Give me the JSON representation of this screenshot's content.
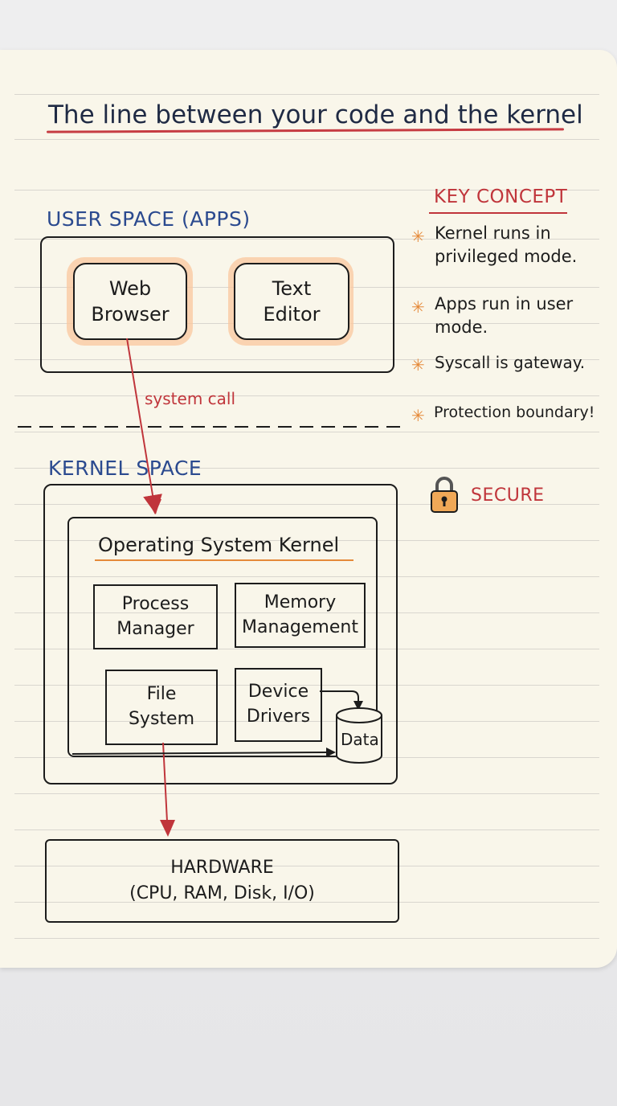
{
  "title": "The line between your code and the kernel",
  "user_space": {
    "label": "USER SPACE (APPS)",
    "apps": [
      {
        "line1": "Web",
        "line2": "Browser"
      },
      {
        "line1": "Text",
        "line2": "Editor"
      }
    ]
  },
  "syscall_label": "system call",
  "kernel_space": {
    "label": "KERNEL SPACE",
    "kernel_title": "Operating System Kernel",
    "modules": [
      {
        "line1": "Process",
        "line2": "Manager"
      },
      {
        "line1": "Memory",
        "line2": "Management"
      },
      {
        "line1": "File",
        "line2": "System"
      },
      {
        "line1": "Device",
        "line2": "Drivers"
      }
    ],
    "data_label": "Data"
  },
  "hardware": {
    "line1": "HARDWARE",
    "line2": "(CPU, RAM, Disk, I/O)"
  },
  "key_concept": {
    "title": "KEY CONCEPT",
    "items": [
      "Kernel runs in\nprivileged mode.",
      "Apps run in user\nmode.",
      "Syscall is gateway.",
      "Protection boundary!"
    ]
  },
  "secure_label": "SECURE",
  "colors": {
    "title_underline": "#c63c43",
    "section_blue": "#2b4a8f",
    "accent_red": "#c0353b",
    "accent_orange": "#e58a3a",
    "app_halo": "#f9c79e",
    "paper": "#f9f6ea"
  },
  "icons": [
    "padlock-icon",
    "asterisk-bullet-icon",
    "database-cylinder-icon"
  ]
}
